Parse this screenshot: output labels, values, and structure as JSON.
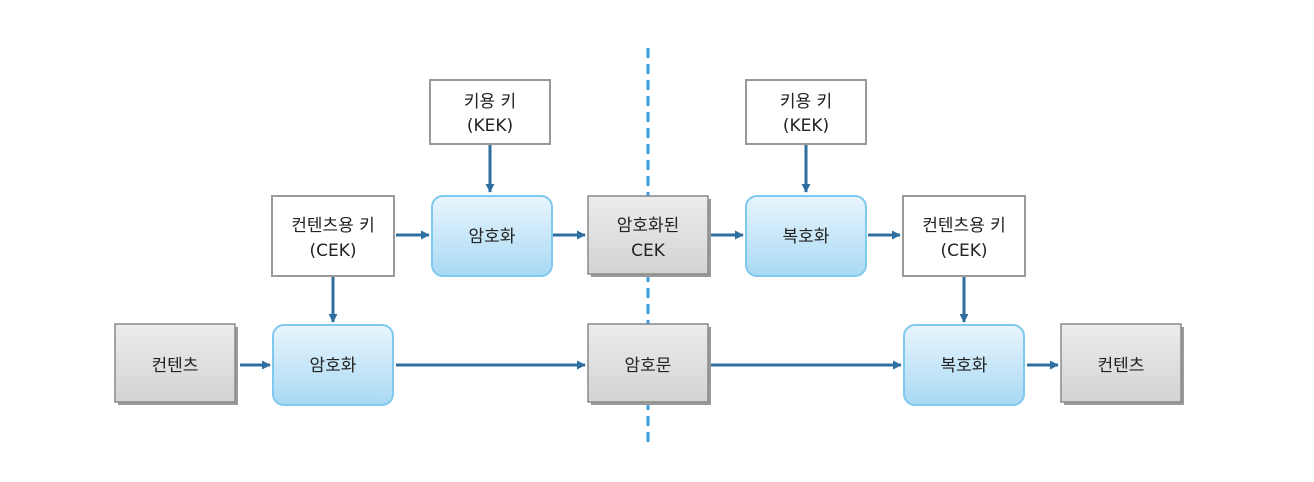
{
  "colors": {
    "process_fill_top": "#e8f5fd",
    "process_fill_bottom": "#a9d9f4",
    "process_stroke": "#7fc8ee",
    "data_fill_top": "#ececec",
    "data_fill_bottom": "#d3d3d3",
    "data_stroke": "#8a8a8a",
    "key_stroke": "#9a9a9a",
    "arrow": "#2f6f9f",
    "divider": "#3aa0dc"
  },
  "nodes": {
    "kek_left": {
      "line1": "키용 키",
      "line2": "(KEK)"
    },
    "kek_right": {
      "line1": "키용 키",
      "line2": "(KEK)"
    },
    "cek_left": {
      "line1": "컨텐츠용 키",
      "line2": "(CEK)"
    },
    "cek_right": {
      "line1": "컨텐츠용 키",
      "line2": "(CEK)"
    },
    "encrypt_key": {
      "label": "암호화"
    },
    "encrypted_cek": {
      "line1": "암호화된",
      "line2": "CEK"
    },
    "decrypt_key": {
      "label": "복호화"
    },
    "content_in": {
      "label": "컨텐츠"
    },
    "encrypt_content": {
      "label": "암호화"
    },
    "ciphertext": {
      "label": "암호문"
    },
    "decrypt_content": {
      "label": "복호화"
    },
    "content_out": {
      "label": "컨텐츠"
    }
  }
}
